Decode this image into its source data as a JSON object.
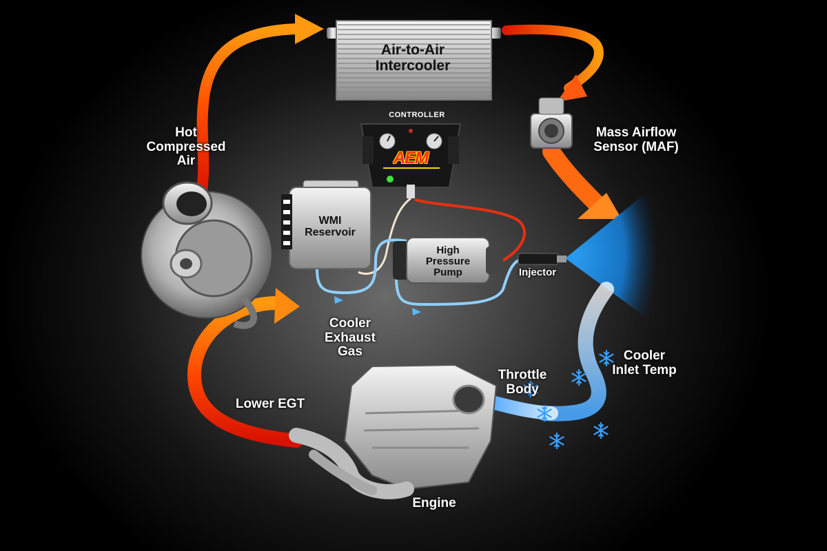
{
  "labels": {
    "intercooler": [
      "Air-to-Air",
      "Intercooler"
    ],
    "hot_air": [
      "Hot",
      "Compressed",
      "Air"
    ],
    "controller": "CONTROLLER",
    "controller_brand": "AEM",
    "maf": [
      "Mass Airflow",
      "Sensor (MAF)"
    ],
    "wmi": [
      "WMI",
      "Reservoir"
    ],
    "pump": [
      "High",
      "Pressure",
      "Pump"
    ],
    "injector": "Injector",
    "cooler_exhaust": [
      "Cooler",
      "Exhaust",
      "Gas"
    ],
    "cooler_inlet": [
      "Cooler",
      "Inlet Temp"
    ],
    "throttle": [
      "Throttle",
      "Body"
    ],
    "lower_egt": "Lower EGT",
    "engine": "Engine"
  },
  "colors": {
    "hot_flow": "#ff6a00",
    "hot_flow_dark": "#e01800",
    "cool_flow": "#4aa8ff",
    "water_line": "#8fd0ff",
    "wire": "#e83010",
    "spray": "#1e88d8"
  },
  "icons": [
    "turbocharger-icon",
    "intercooler-icon",
    "maf-sensor-icon",
    "controller-icon",
    "reservoir-icon",
    "pump-icon",
    "injector-icon",
    "engine-icon",
    "snowflake-icon"
  ]
}
